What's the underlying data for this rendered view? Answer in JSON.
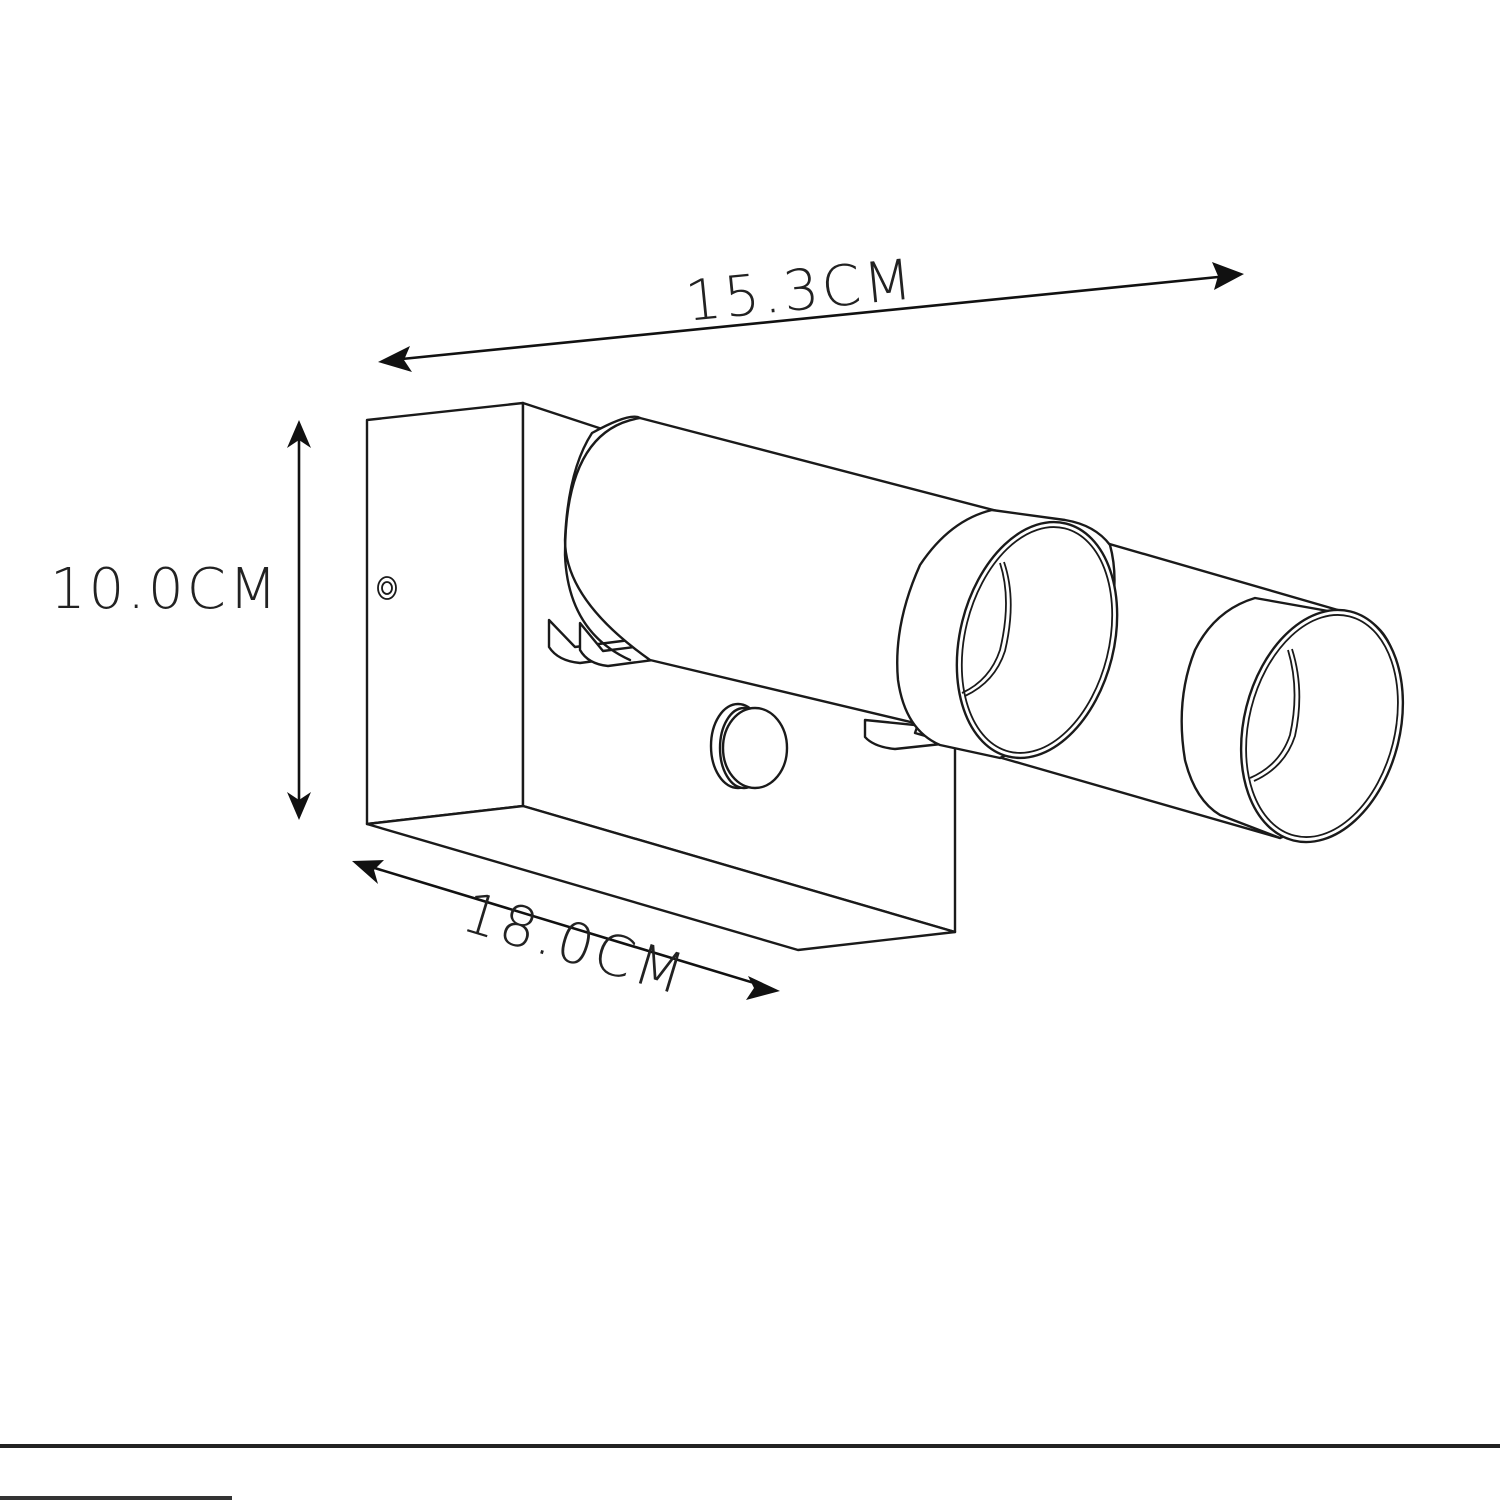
{
  "diagram": {
    "subject": "wall light with two adjustable cylindrical spot heads and motion sensor",
    "dimensions": {
      "width": "15.3CM",
      "height": "10.0CM",
      "depth": "18.0CM"
    },
    "colors": {
      "line": "#1a1a1a",
      "background": "#ffffff"
    }
  }
}
